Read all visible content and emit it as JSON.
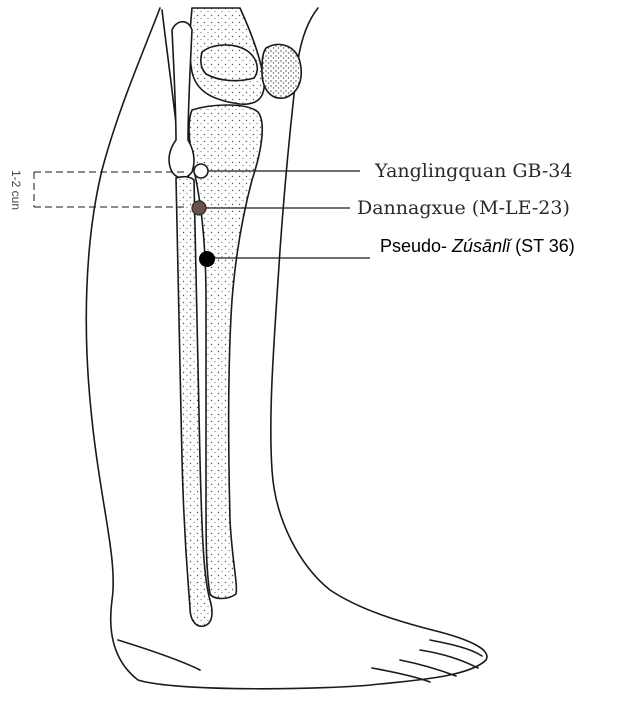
{
  "colors": {
    "ink": "#1a1a1a",
    "point_yanglingquan": "#ffffff",
    "point_dannangxue": "#6b5347",
    "point_zusanli": "#000000",
    "background": "#ffffff"
  },
  "measure_label": "1-2 cun",
  "points": [
    {
      "id": "yanglingquan",
      "label": "Yanglingquan GB-34"
    },
    {
      "id": "dannangxue",
      "label": "Dannagxue (M-LE-23)"
    },
    {
      "id": "zusanli",
      "label_prefix": "Pseudo- ",
      "label_italic": "Zúsānlǐ",
      "label_suffix": " (ST 36)"
    }
  ]
}
